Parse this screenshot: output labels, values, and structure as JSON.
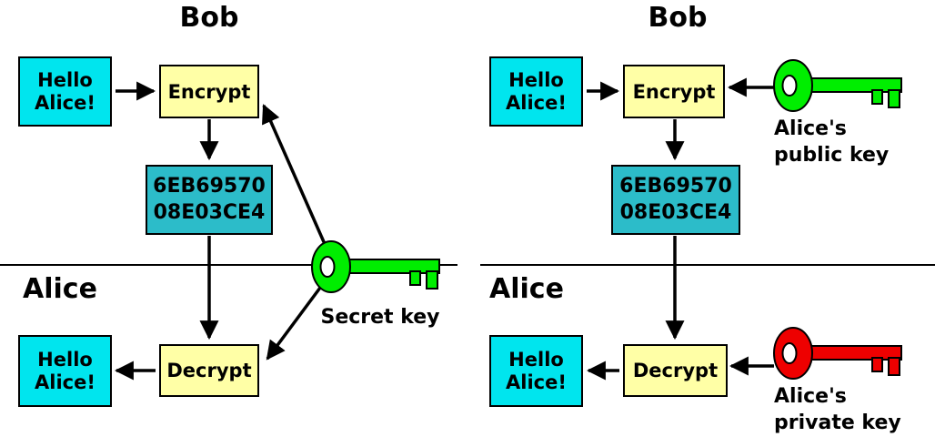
{
  "left_panel": {
    "sender_label": "Bob",
    "receiver_label": "Alice",
    "message_in": {
      "line1": "Hello",
      "line2": "Alice!"
    },
    "encrypt_label": "Encrypt",
    "ciphertext": {
      "line1": "6EB69570",
      "line2": "08E03CE4"
    },
    "decrypt_label": "Decrypt",
    "message_out": {
      "line1": "Hello",
      "line2": "Alice!"
    },
    "key": {
      "label": "Secret key"
    }
  },
  "right_panel": {
    "sender_label": "Bob",
    "receiver_label": "Alice",
    "message_in": {
      "line1": "Hello",
      "line2": "Alice!"
    },
    "encrypt_label": "Encrypt",
    "ciphertext": {
      "line1": "6EB69570",
      "line2": "08E03CE4"
    },
    "decrypt_label": "Decrypt",
    "message_out": {
      "line1": "Hello",
      "line2": "Alice!"
    },
    "public_key": {
      "label_line1": "Alice's",
      "label_line2": "public key"
    },
    "private_key": {
      "label_line1": "Alice's",
      "label_line2": "private key"
    }
  },
  "colors": {
    "message_box": "#00e5ee",
    "process_box": "#ffffa6",
    "cipher_box": "#2cbcc9",
    "key_green": "#00ee00",
    "key_red": "#ee0000",
    "line": "#000000"
  }
}
